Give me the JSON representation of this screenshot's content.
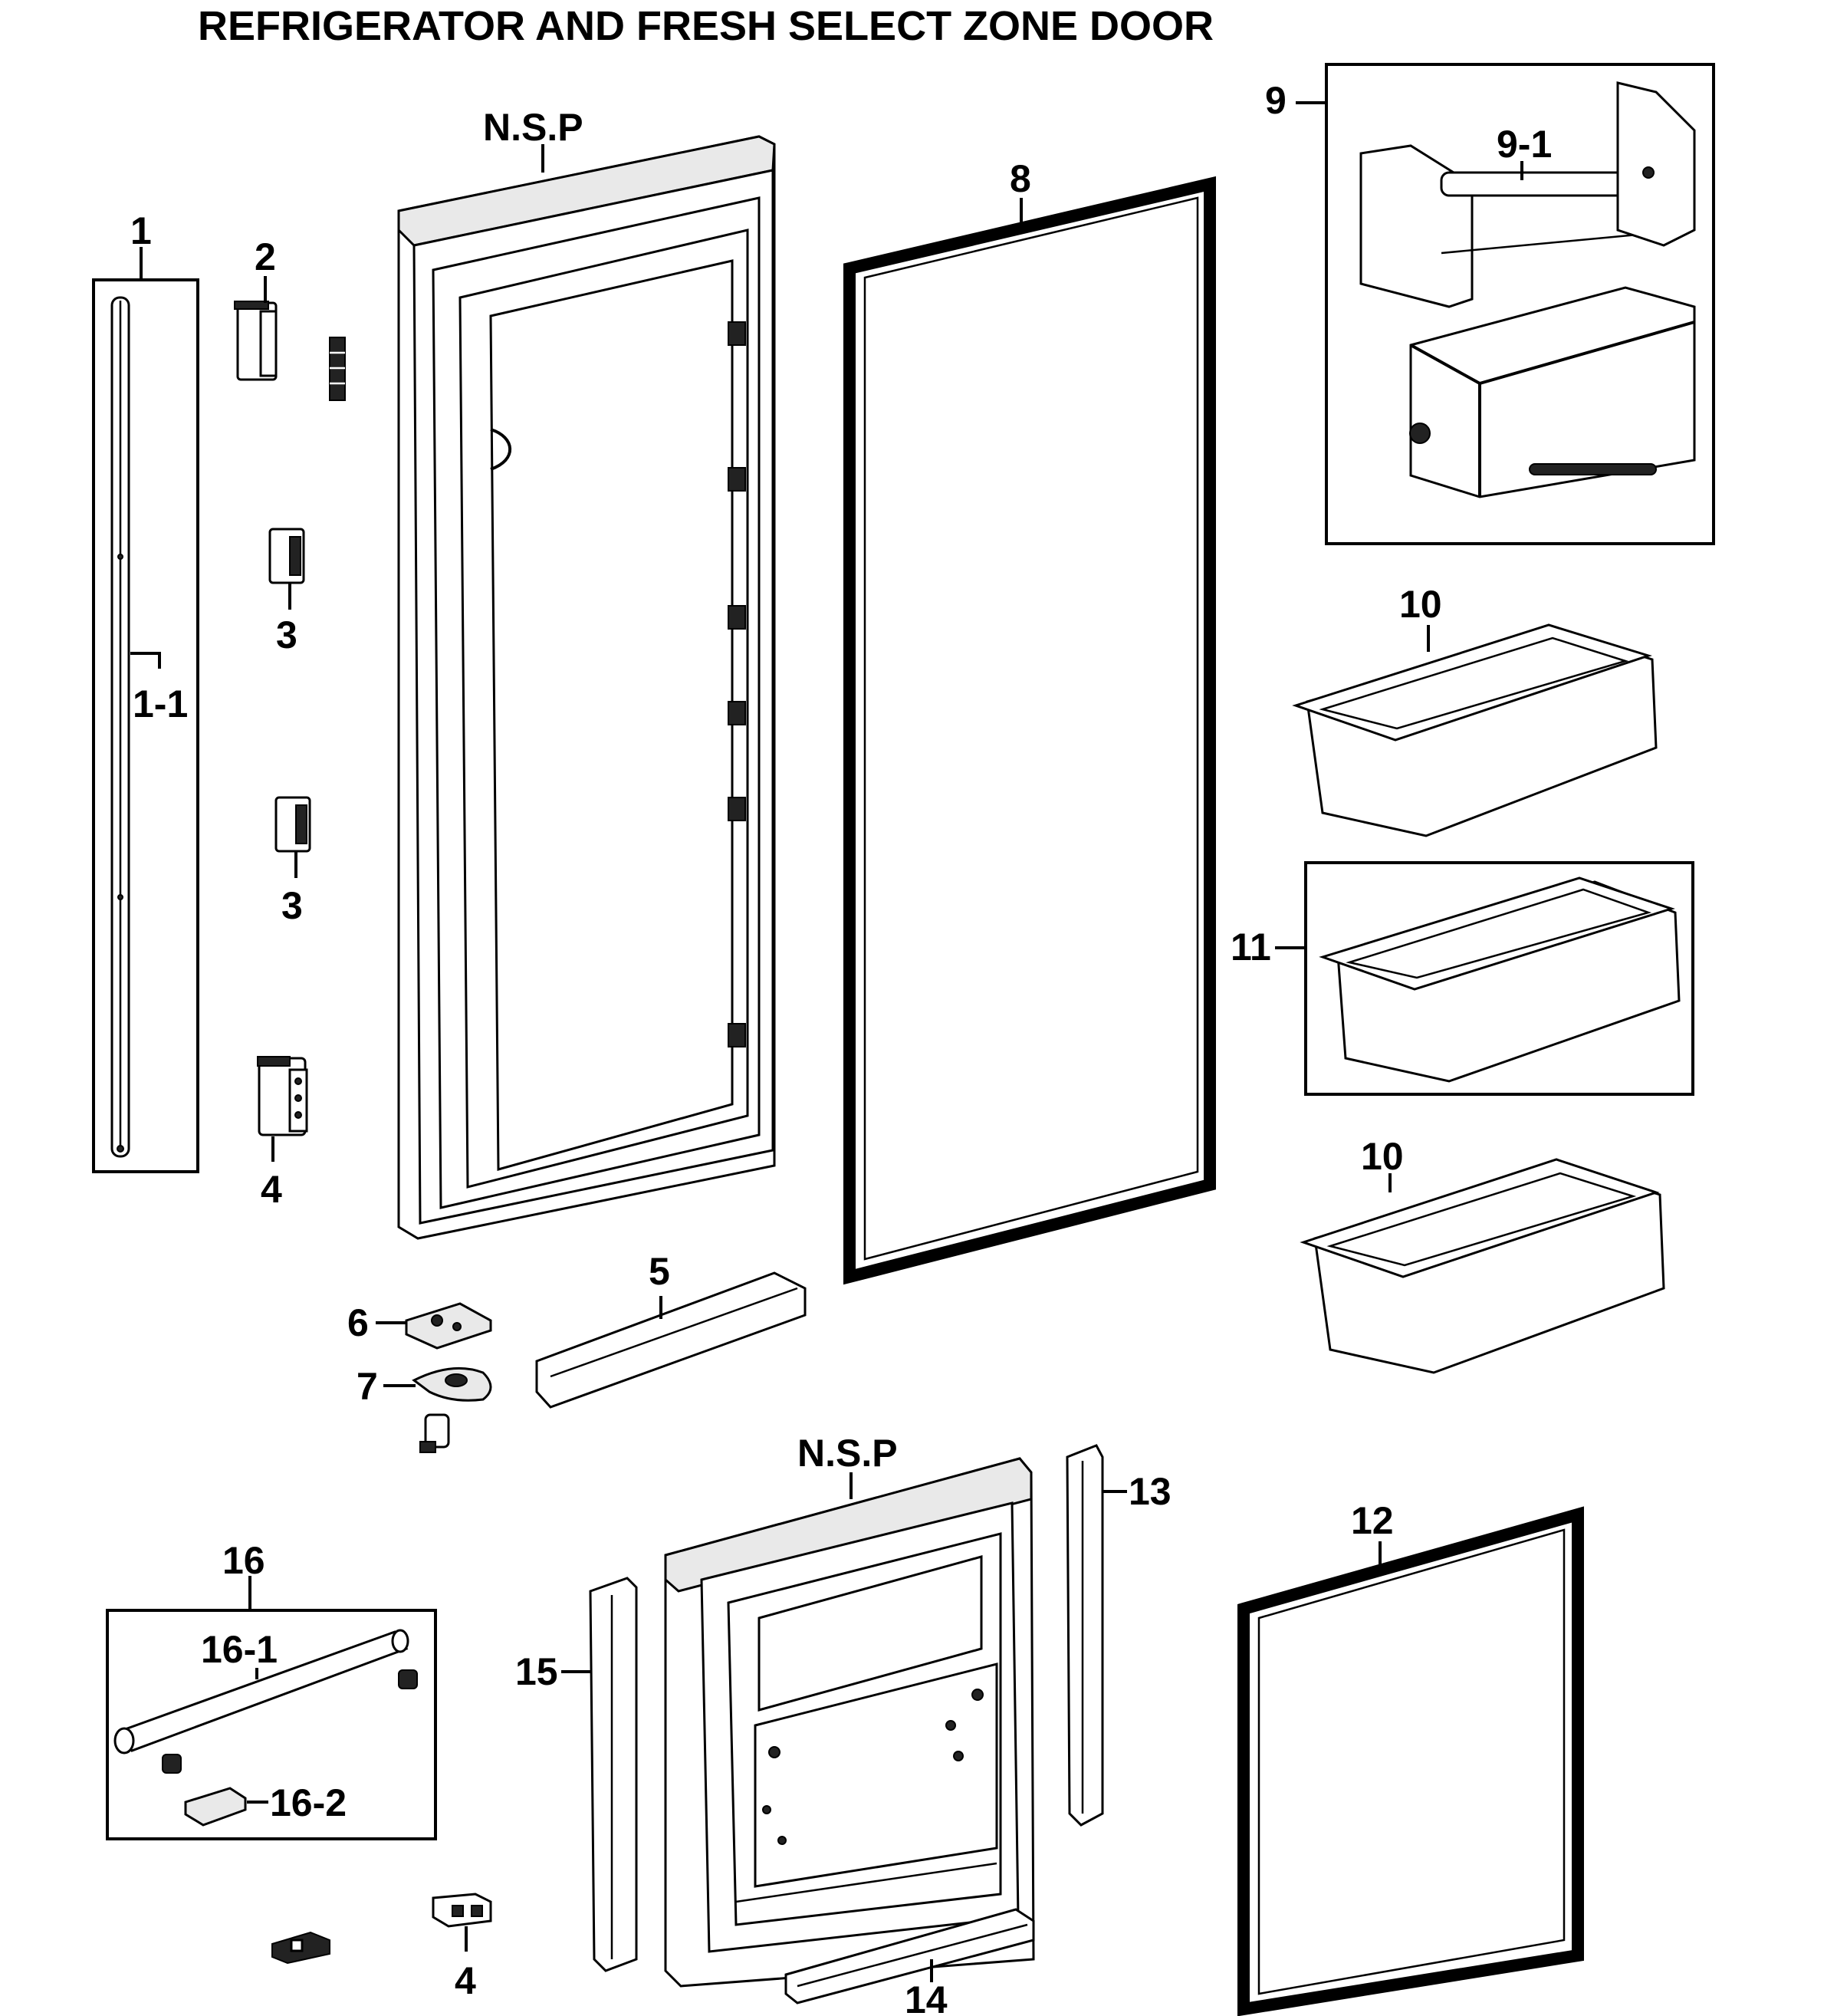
{
  "title": "REFRIGERATOR AND FRESH SELECT ZONE DOOR",
  "labels": {
    "nsp_upper": "N.S.P",
    "nsp_lower": "N.S.P",
    "p1": "1",
    "p1_1": "1-1",
    "p2": "2",
    "p3a": "3",
    "p3b": "3",
    "p4a": "4",
    "p4b": "4",
    "p5": "5",
    "p6": "6",
    "p7": "7",
    "p8": "8",
    "p9": "9",
    "p9_1": "9-1",
    "p10a": "10",
    "p10b": "10",
    "p11": "11",
    "p12": "12",
    "p13": "13",
    "p14": "14",
    "p15": "15",
    "p16": "16",
    "p16_1": "16-1",
    "p16_2": "16-2"
  }
}
